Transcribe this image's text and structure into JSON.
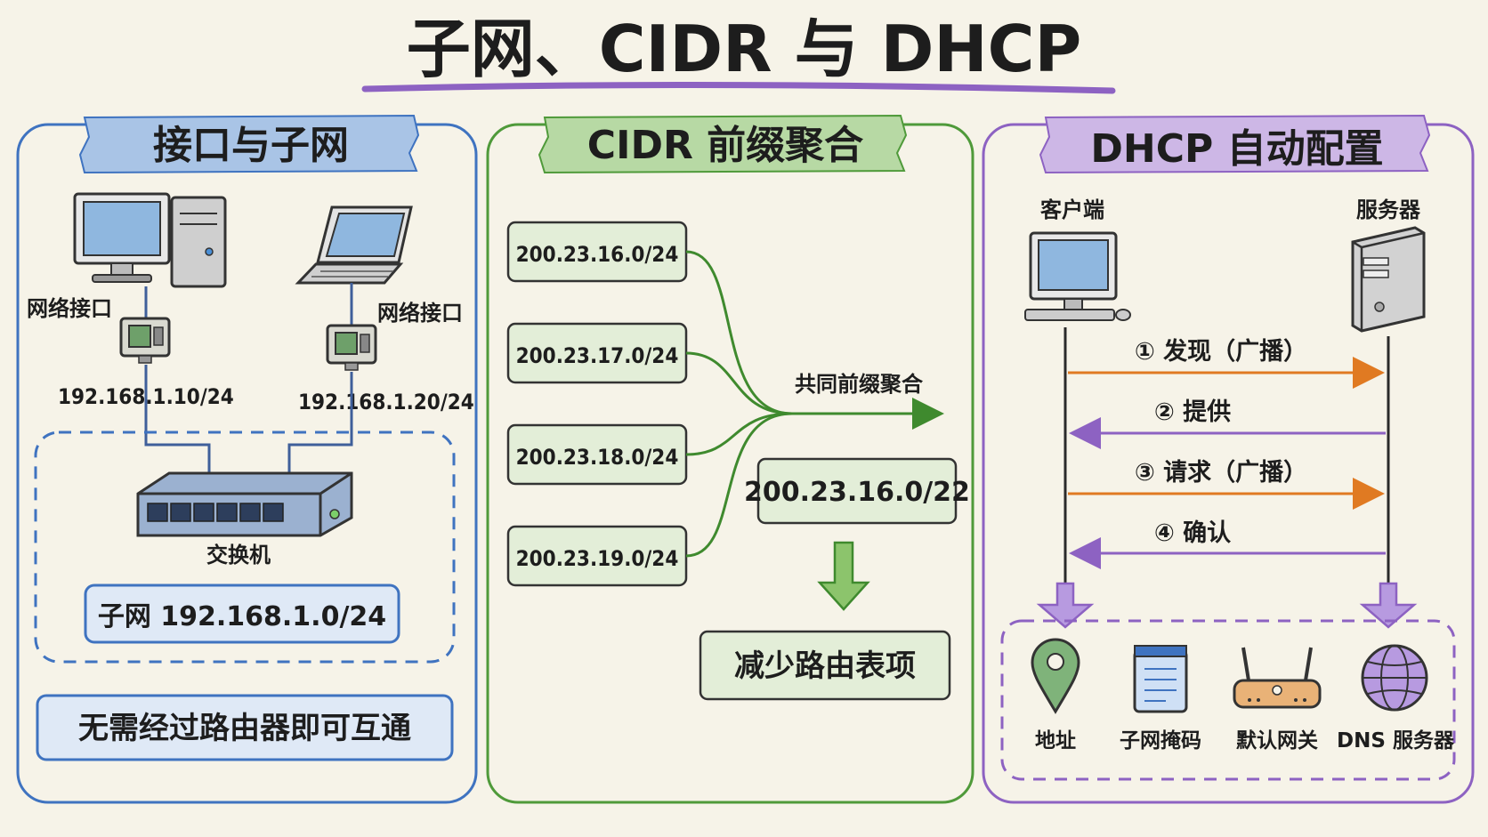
{
  "title": "子网、CIDR 与 DHCP",
  "colors": {
    "blue": "#3f73c0",
    "green": "#4f9a3a",
    "purple": "#8d62c2",
    "orange": "#e07a22",
    "paper": "#f6f3e8"
  },
  "panels": {
    "left": {
      "title": "接口与子网",
      "iface_left_label": "网络接口",
      "iface_right_label": "网络接口",
      "ip_left": "192.168.1.10/24",
      "ip_right": "192.168.1.20/24",
      "switch_label": "交换机",
      "subnet_label": "子网 192.168.1.0/24",
      "bottom_note": "无需经过路由器即可互通",
      "icons": [
        "desktop-computer-icon",
        "laptop-icon",
        "network-interface-icon",
        "switch-icon"
      ]
    },
    "middle": {
      "title": "CIDR 前缀聚合",
      "prefixes": [
        "200.23.16.0/24",
        "200.23.17.0/24",
        "200.23.18.0/24",
        "200.23.19.0/24"
      ],
      "arrow_label": "共同前缀聚合",
      "aggregate": "200.23.16.0/22",
      "result": "减少路由表项"
    },
    "right": {
      "title": "DHCP 自动配置",
      "client_label": "客户端",
      "server_label": "服务器",
      "steps": [
        {
          "text": "① 发现（广播）",
          "direction": "client-to-server"
        },
        {
          "text": "② 提供",
          "direction": "server-to-client"
        },
        {
          "text": "③ 请求（广播）",
          "direction": "client-to-server"
        },
        {
          "text": "④ 确认",
          "direction": "server-to-client"
        }
      ],
      "results": [
        "地址",
        "子网掩码",
        "默认网关",
        "DNS 服务器"
      ],
      "result_icons": [
        "location-pin-icon",
        "notepad-icon",
        "router-icon",
        "globe-icon"
      ]
    }
  }
}
